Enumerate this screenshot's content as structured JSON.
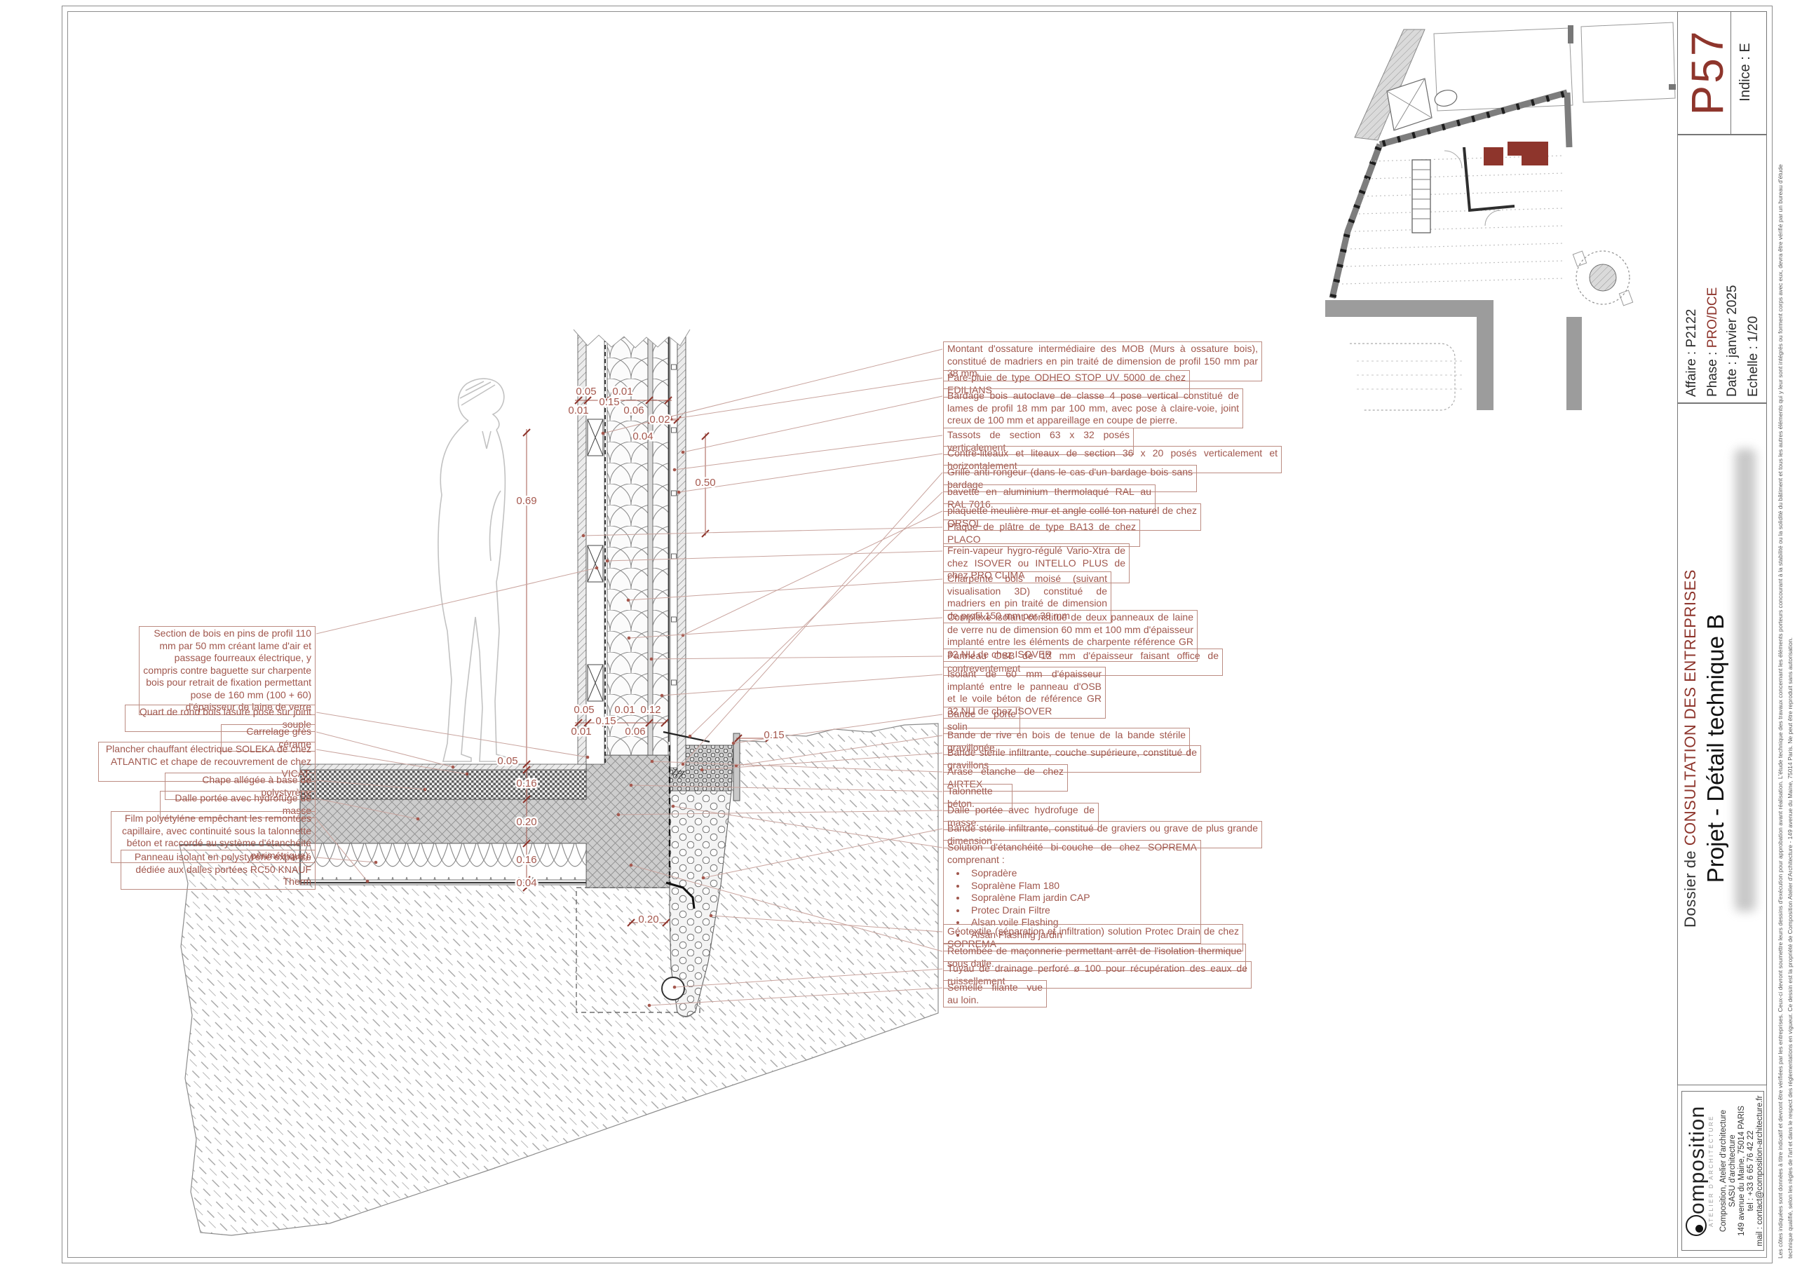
{
  "sheet": {
    "number": "P57",
    "index_label": "Indice : E",
    "affaire": "Affaire : P2122",
    "phase_label": "Phase : ",
    "phase_value": "PRO/DCE",
    "date": "Date : janvier 2025",
    "echelle": "Echelle : 1/20",
    "dossier_prefix": "Dossier de ",
    "dossier_red": "CONSULTATION DES ENTREPRISES",
    "title": "Projet - Détail technique B"
  },
  "firm": {
    "logo_text": "Composition",
    "logo_sub": "ATELIER D'ARCHITECTURE",
    "lines": [
      "Composition, Atelier d'architecture",
      "SASU d'architecture",
      "149 avenue du Maine, 75014 PARIS",
      "tel : +33 6 65 76 42 22",
      "mail : contact@composition-architecture.fr"
    ]
  },
  "disclaimer": [
    "Les côtes indiquées sont données à titre indicatif et devront être vérifiées par les entreprises. Ceux-ci devront soumettre leurs dessins d'exécution pour approbation avant réalisation. L'étude technique des travaux concernant les éléments porteurs concourant à la stabilité ou la solidité du bâtiment et tous les autres éléments qui y leur sont intégrés ou forment corps avec eux, devra être vérifié par un bureau d'étude",
    "technique qualifié, selon les règles de l'art et dans le respect des réglementations en vigueur. Ce dessin est la propriété de Composition Atelier d'Architecture - 149 avenue du Maine, 75014 Paris. Ne peut être reproduit sans autorisation."
  ],
  "labels_right": [
    "Montant d'ossature intermédiaire des MOB (Murs à ossature bois), constitué de madriers en pin traité de dimension de profil 150 mm par 38 mm.",
    "Pare-pluie de type ODHEO STOP UV 5000 de chez EDILIANS",
    "Bardage bois autoclave de classe 4 pose vertical constitué de lames de profil 18 mm par 100 mm, avec pose à claire-voie, joint creux de 100 mm et appareillage en coupe de pierre.",
    "Tassots de section 63 x 32 posés verticalement",
    "Contre-liteaux et liteaux de section 36 x 20 posés verticalement et horizontalement",
    "Grille anti-rongeur (dans le cas d'un bardage bois sans bardage",
    "bavette en aluminium thermolaqué RAL au RAL 7016.",
    "plaquette meulière mur et angle collé ton naturel de chez ORSOL",
    "Plaque de plâtre de type BA13 de chez PLACO",
    "Frein-vapeur hygro-régulé Vario-Xtra de chez ISOVER ou INTELLO PLUS de chez PRO CLIMA",
    "Charpente bois moisé (suivant visualisation 3D) constitué de madriers en pin traité de dimension de profil 150 mm par 38 mm",
    "Complexe isolant constitué de deux panneaux de laine de verre nu de dimension 60 mm et 100 mm d'épaisseur implanté entre les éléments de charpente référence GR 32 NU de chez ISOVER",
    "Panneau OSB de 12 mm d'épaisseur faisant office de contreventement",
    "Isolant de 60 mm d'épaisseur implanté entre le panneau d'OSB et le voile béton de référence GR 32 NU de chez ISOVER",
    "Bande porte solin",
    "Bande de rive en bois de tenue de la bande stérile gravillonée",
    "Bande stérile infiltrante, couche supérieure, constitué de gravillons",
    "Arase étanche de chez AIRTEX",
    "Talonnette béton.",
    "Dalle portée avec hydrofuge de masse.",
    "Bande stérile infiltrante, constitué de graviers ou grave de plus grande dimension",
    {
      "intro": "Solution d'étanchéité bi-couche de chez SOPREMA comprenant :",
      "bullets": [
        "Sopradère",
        "Sopralène Flam 180",
        "Sopralène Flam jardin CAP",
        "Protec Drain Filtre",
        "Alsan voile Flashing",
        "Alsan Flashing jardin"
      ]
    },
    "Géotextile (séparation et infiltration) solution Protec Drain de chez SOPREMA",
    "Retombée de maçonnerie permettant arrêt de l'isolation thermique sous dalle.",
    "Tuyau de drainage perforé ø 100 pour récupération des eaux de ruissellement",
    "Semelle filante vue au loin."
  ],
  "labels_left": [
    "Section de bois en pins de profil 110 mm par 50 mm créant lame d'air et passage fourreaux électrique, y compris contre baguette sur charpente bois pour retrait de fixation permettant pose de 160 mm (100 + 60) d'épaisseur de laine de verre",
    "Quart de rond bois lasuré posé sur joint souple",
    "Carrelage grès cérame",
    "Plancher chauffant électrique SOLEKA de chez ATLANTIC et chape de recouvrement de chez VICAT.",
    "Chape allégée à base de polystyrène",
    "Dalle portée avec hydrofuge de masse",
    "Film polyétyléne empêchant les remontées capillaire, avec continuité sous la talonnette béton et raccordé au système d'étanchéité périmétrique).",
    "Panneau isolant en polystyrène expansé dédiée aux dalles portées RC50 KNAUF Therm"
  ],
  "dimensions": {
    "wall_top": [
      "0.05",
      "0.01",
      "0.15",
      "0.01",
      "0.06",
      "0.02",
      "0.04"
    ],
    "wall_bottom": [
      "0.05",
      "0.01",
      "0.12",
      "0.15",
      "0.01",
      "0.06"
    ],
    "verticals": [
      "0.69",
      "0.50"
    ],
    "gravel_band": [
      "0.15"
    ],
    "floor_chain": [
      "0.05",
      "0.16",
      "0.20",
      "0.16",
      "0.04"
    ],
    "footing": [
      "0.20"
    ]
  },
  "colors": {
    "accent_dark_red": "#8e352c",
    "annotation": "#a0574d",
    "leader": "#c9a49e",
    "line_gray": "#555555",
    "concrete_gray": "#cdcdcd"
  }
}
